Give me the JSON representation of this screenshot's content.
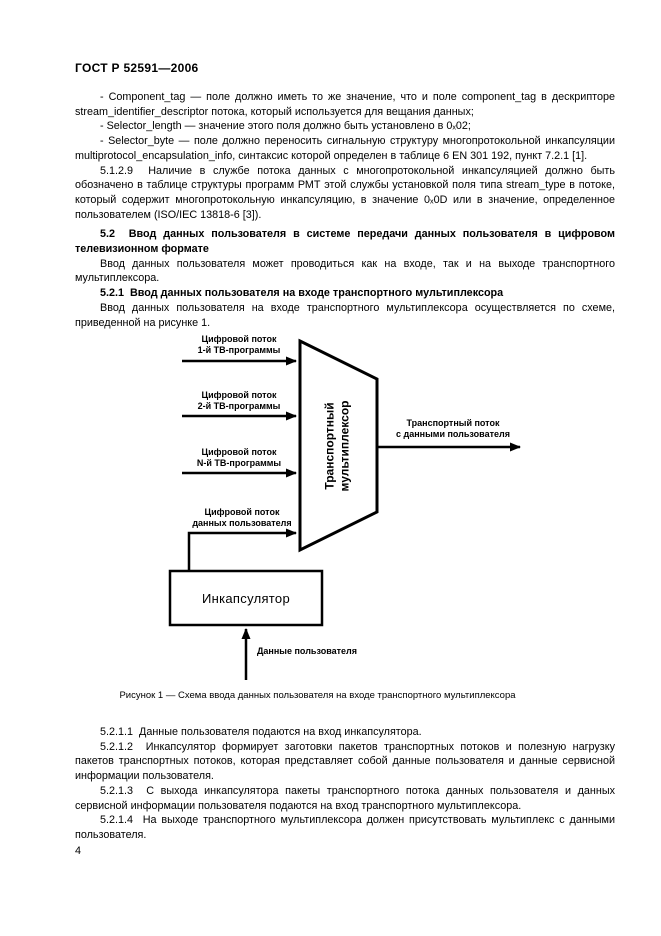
{
  "header": {
    "title": "ГОСТ Р 52591—2006"
  },
  "footer": {
    "page_number": "4"
  },
  "colors": {
    "ink": "#000000",
    "paper": "#ffffff"
  },
  "content": {
    "top_paragraphs": [
      "- Component_tag — поле должно иметь то же значение, что и поле component_tag в дескрипторе stream_identifier_descriptor потока, который используется для вещания данных;",
      "- Selector_length — значение этого поля должно быть установлено в 0ₓ02;",
      "- Selector_byte — поле должно переносить сигнальную структуру многопротокольной инкапсуляции multiprotocol_encapsulation_info, синтаксис которой определен в таблице 6 EN 301 192, пункт 7.2.1 [1].",
      "5.1.2.9  Наличие в службе потока данных с многопротокольной инкапсуляцией должно быть обозначено в таблице структуры программ РМТ этой службы установкой поля типа stream_type в потоке, который содержит многопротокольную инкапсуляцию, в значение 0ₓ0D или в значение, определенное пользователем (ISO/IEC 13818-6 [3])."
    ],
    "heading_5_2": "5.2  Ввод данных пользователя в системе передачи данных пользователя в цифровом телевизионном формате",
    "para_5_2_intro": "Ввод данных пользователя может проводиться как на входе, так и на выходе транспортного мультиплексора.",
    "heading_5_2_1": "5.2.1  Ввод данных пользователя на входе транспортного мультиплексора",
    "para_5_2_1_intro": "Ввод данных пользователя на входе транспортного мультиплексора осуществляется по схеме, приведенной на рисунке 1.",
    "bottom_paragraphs": [
      "5.2.1.1  Данные пользователя подаются на вход инкапсулятора.",
      "5.2.1.2  Инкапсулятор формирует заготовки пакетов транспортных потоков и полезную нагрузку пакетов транспортных потоков, которая представляет собой данные пользователя и данные сервисной информации пользователя.",
      "5.2.1.3  С выхода инкапсулятора пакеты транспортного потока данных пользователя и данных сервисной информации пользователя подаются на вход транспортного мультиплексора.",
      "5.2.1.4  На выходе транспортного мультиплексора должен присутствовать мультиплекс с данными пользователя."
    ]
  },
  "figure": {
    "caption": "Рисунок 1 — Схема ввода данных пользователя на входе транспортного мультиплексора",
    "inputs": [
      {
        "line1": "Цифровой поток",
        "line2": "1-й ТВ-программы"
      },
      {
        "line1": "Цифровой поток",
        "line2": "2-й ТВ-программы"
      },
      {
        "line1": "Цифровой поток",
        "line2": "N-й ТВ-программы"
      },
      {
        "line1": "Цифровой поток",
        "line2": "данных пользователя"
      }
    ],
    "mux": {
      "line1": "Транспортный",
      "line2": "мультиплексор"
    },
    "output": {
      "line1": "Транспортный поток",
      "line2": "с данными пользователя"
    },
    "encapsulator_label": "Инкапсулятор",
    "user_data_label": "Данные пользователя"
  }
}
